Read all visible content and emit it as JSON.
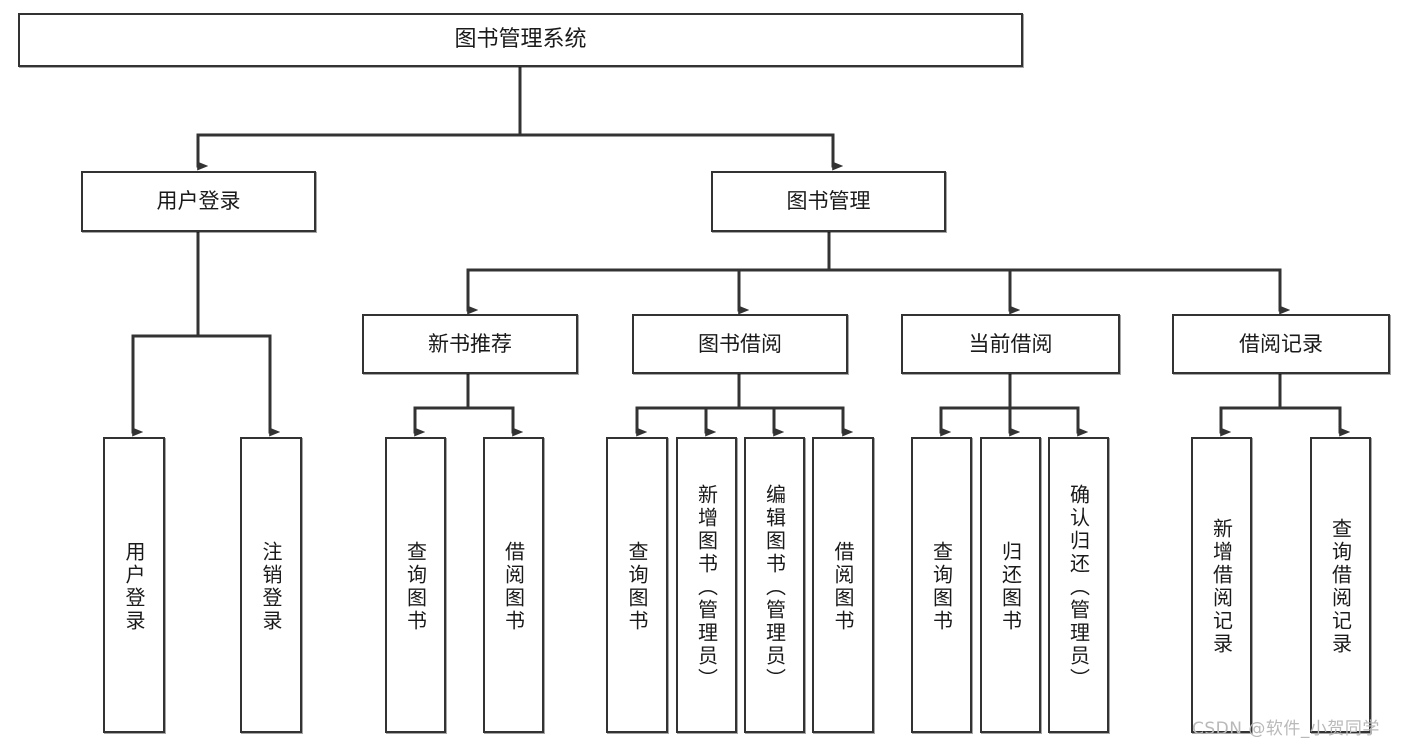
{
  "diagram": {
    "title": "图书管理系统",
    "type": "tree-hierarchy-chart",
    "colors": {
      "border": "#333333",
      "background": "#ffffff",
      "text": "#1a1a1a",
      "connector": "#333333",
      "watermark": "#b9b9b9"
    },
    "root": {
      "label": "图书管理系统"
    },
    "level2": [
      {
        "label": "用户登录"
      },
      {
        "label": "图书管理"
      }
    ],
    "level3": [
      {
        "label": "新书推荐"
      },
      {
        "label": "图书借阅"
      },
      {
        "label": "当前借阅"
      },
      {
        "label": "借阅记录"
      }
    ],
    "leaves": {
      "user_login": [
        {
          "label": "用户登录"
        },
        {
          "label": "注销登录"
        }
      ],
      "new_book_recommend": [
        {
          "label": "查询图书"
        },
        {
          "label": "借阅图书"
        }
      ],
      "book_borrow": [
        {
          "label": "查询图书"
        },
        {
          "label": "新增图书（管理员）"
        },
        {
          "label": "编辑图书（管理员）"
        },
        {
          "label": "借阅图书"
        }
      ],
      "current_borrow": [
        {
          "label": "查询图书"
        },
        {
          "label": "归还图书"
        },
        {
          "label": "确认归还（管理员）"
        }
      ],
      "borrow_record": [
        {
          "label": "新增借阅记录"
        },
        {
          "label": "查询借阅记录"
        }
      ]
    }
  },
  "watermark": {
    "text": "CSDN @软件_小贺同学"
  }
}
